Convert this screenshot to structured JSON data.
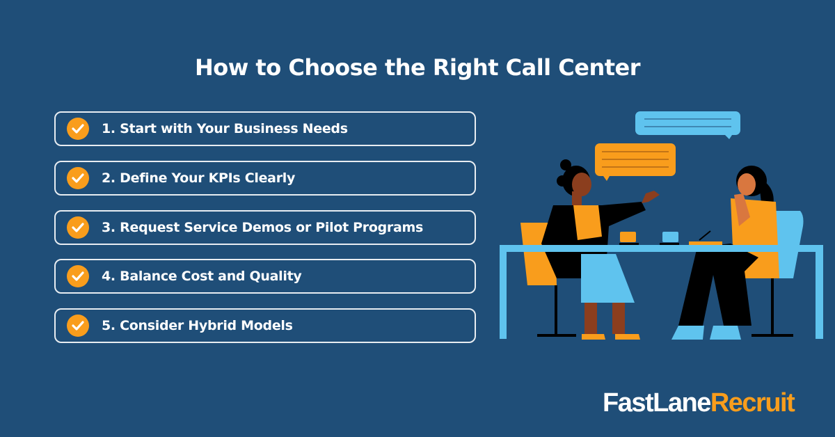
{
  "title": "How to Choose the Right Call Center",
  "items": [
    {
      "label": "1. Start with Your Business Needs",
      "icon": "check-circle-icon"
    },
    {
      "label": "2. Define Your KPIs Clearly",
      "icon": "check-circle-icon"
    },
    {
      "label": "3. Request Service Demos or Pilot Programs",
      "icon": "check-circle-icon"
    },
    {
      "label": "4. Balance Cost and Quality",
      "icon": "check-circle-icon"
    },
    {
      "label": "5. Consider Hybrid Models",
      "icon": "check-circle-icon"
    }
  ],
  "brand": {
    "part1": "FastLane",
    "part2": "Recruit"
  },
  "colors": {
    "background": "#1f4e78",
    "accent": "#f99d1c",
    "light_blue": "#5fc3ee",
    "text": "#ffffff"
  }
}
